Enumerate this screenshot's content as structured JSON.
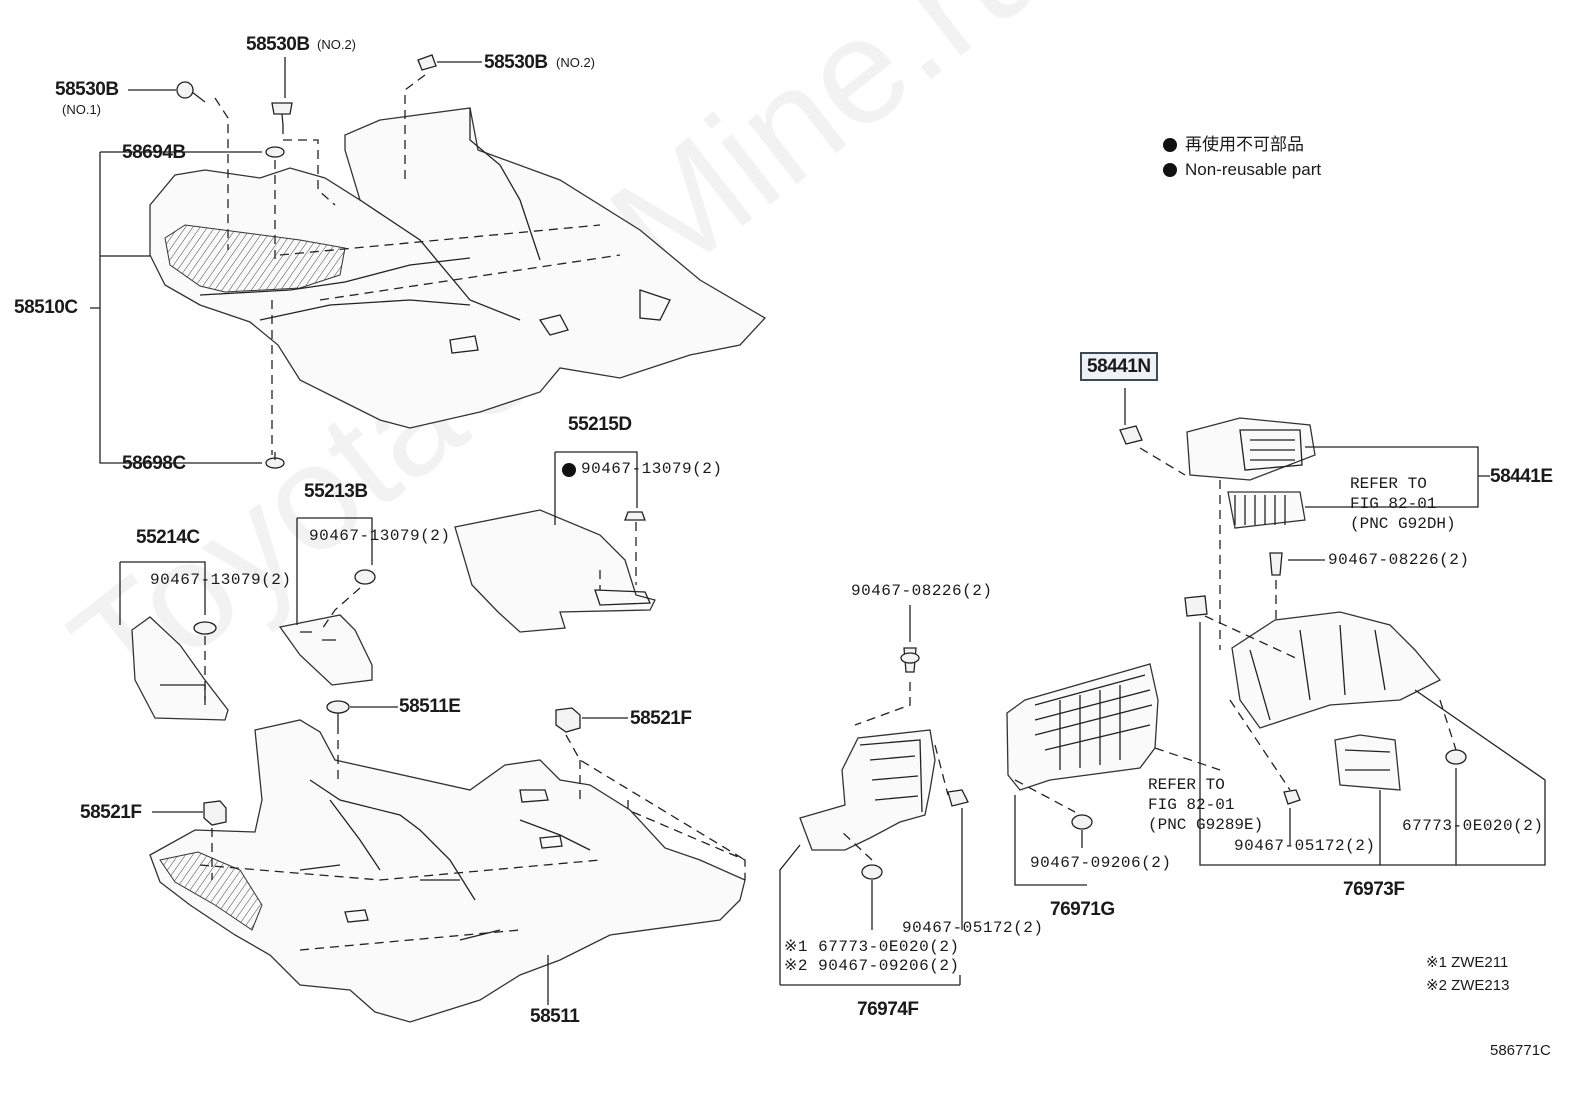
{
  "legend": {
    "jp": "再使用不可部品",
    "en": "Non-reusable part"
  },
  "labels": {
    "p58530B_a": "58530B",
    "p58530B_a_sub": "(NO.1)",
    "p58530B_b": "58530B",
    "p58530B_b_sub": "(NO.2)",
    "p58530B_c": "58530B",
    "p58530B_c_sub": "(NO.2)",
    "p58694B": "58694B",
    "p58510C": "58510C",
    "p58698C": "58698C",
    "p55215D": "55215D",
    "p55215D_clip": "90467-13079(2)",
    "p55213B": "55213B",
    "p55213B_clip": "90467-13079(2)",
    "p55214C": "55214C",
    "p55214C_clip": "90467-13079(2)",
    "p58511E": "58511E",
    "p58521F_a": "58521F",
    "p58521F_b": "58521F",
    "p58511": "58511",
    "p58441N": "58441N",
    "p58441E": "58441E",
    "refer1": "REFER TO\nFIG 82-01\n(PNC G92DH)",
    "refer2": "REFER TO\nFIG 82-01\n(PNC G9289E)",
    "p90467_08226_a": "90467-08226(2)",
    "p90467_08226_b": "90467-08226(2)",
    "p90467_05172_a": "90467-05172(2)",
    "p90467_05172_b": "90467-05172(2)",
    "p90467_09206": "90467-09206(2)",
    "p67773_a": "67773-0E020(2)",
    "mark1_line": "※1 67773-0E020(2)",
    "mark2_line": "※2 90467-09206(2)",
    "p76971G": "76971G",
    "p76973F": "76973F",
    "p76974F": "76974F",
    "variant1": "※1 ZWE211",
    "variant2": "※2 ZWE213",
    "figure_id": "586771C"
  },
  "watermark": "ToyotaCarMine.ru",
  "colors": {
    "line": "#222222",
    "highlight_border": "#3b4a55"
  }
}
